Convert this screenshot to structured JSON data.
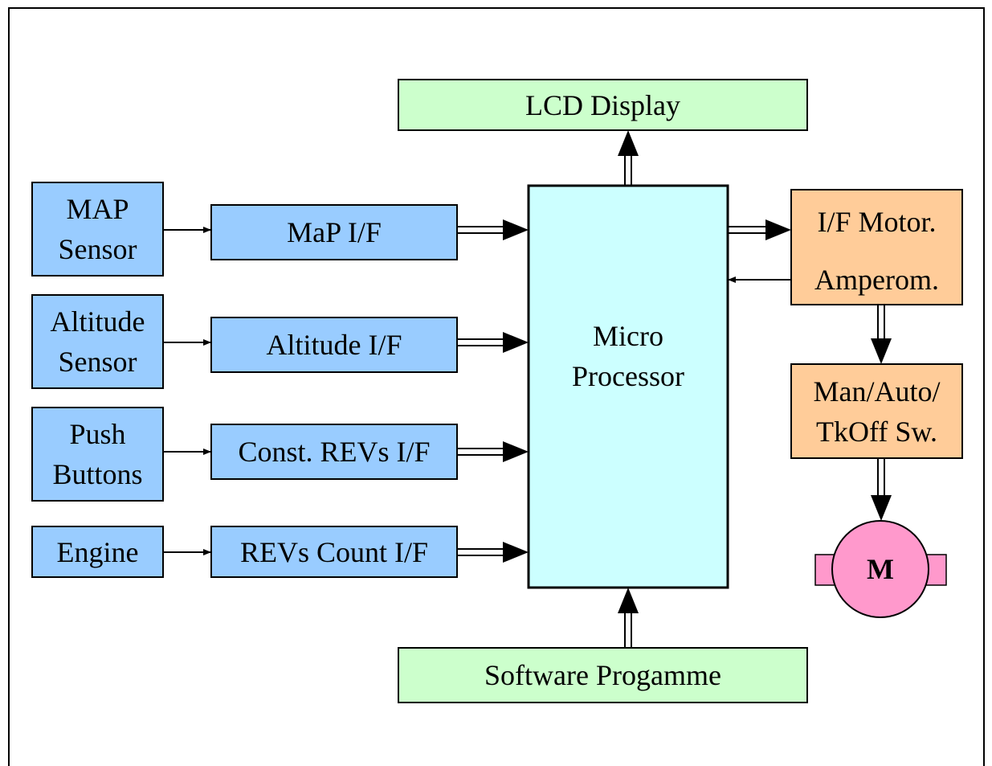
{
  "colors": {
    "input_block": "#99ccff",
    "processor": "#ccffff",
    "io_block": "#ccffcc",
    "motor_block": "#ffcc99",
    "motor": "#ff99cc"
  },
  "sensors": {
    "map": [
      "MAP",
      "Sensor"
    ],
    "altitude": [
      "Altitude",
      "Sensor"
    ],
    "push": [
      "Push",
      "Buttons"
    ],
    "engine": "Engine"
  },
  "interfaces": {
    "map": "MaP I/F",
    "altitude": "Altitude I/F",
    "const_revs": "Const. REVs I/F",
    "revs_count": "REVs Count I/F"
  },
  "processor": [
    "Micro",
    "Processor"
  ],
  "lcd": "LCD Display",
  "software": "Software Progamme",
  "motor_if": [
    "I/F Motor.",
    "Amperom."
  ],
  "switch": [
    "Man/Auto/",
    "TkOff Sw."
  ],
  "motor_label": "M"
}
